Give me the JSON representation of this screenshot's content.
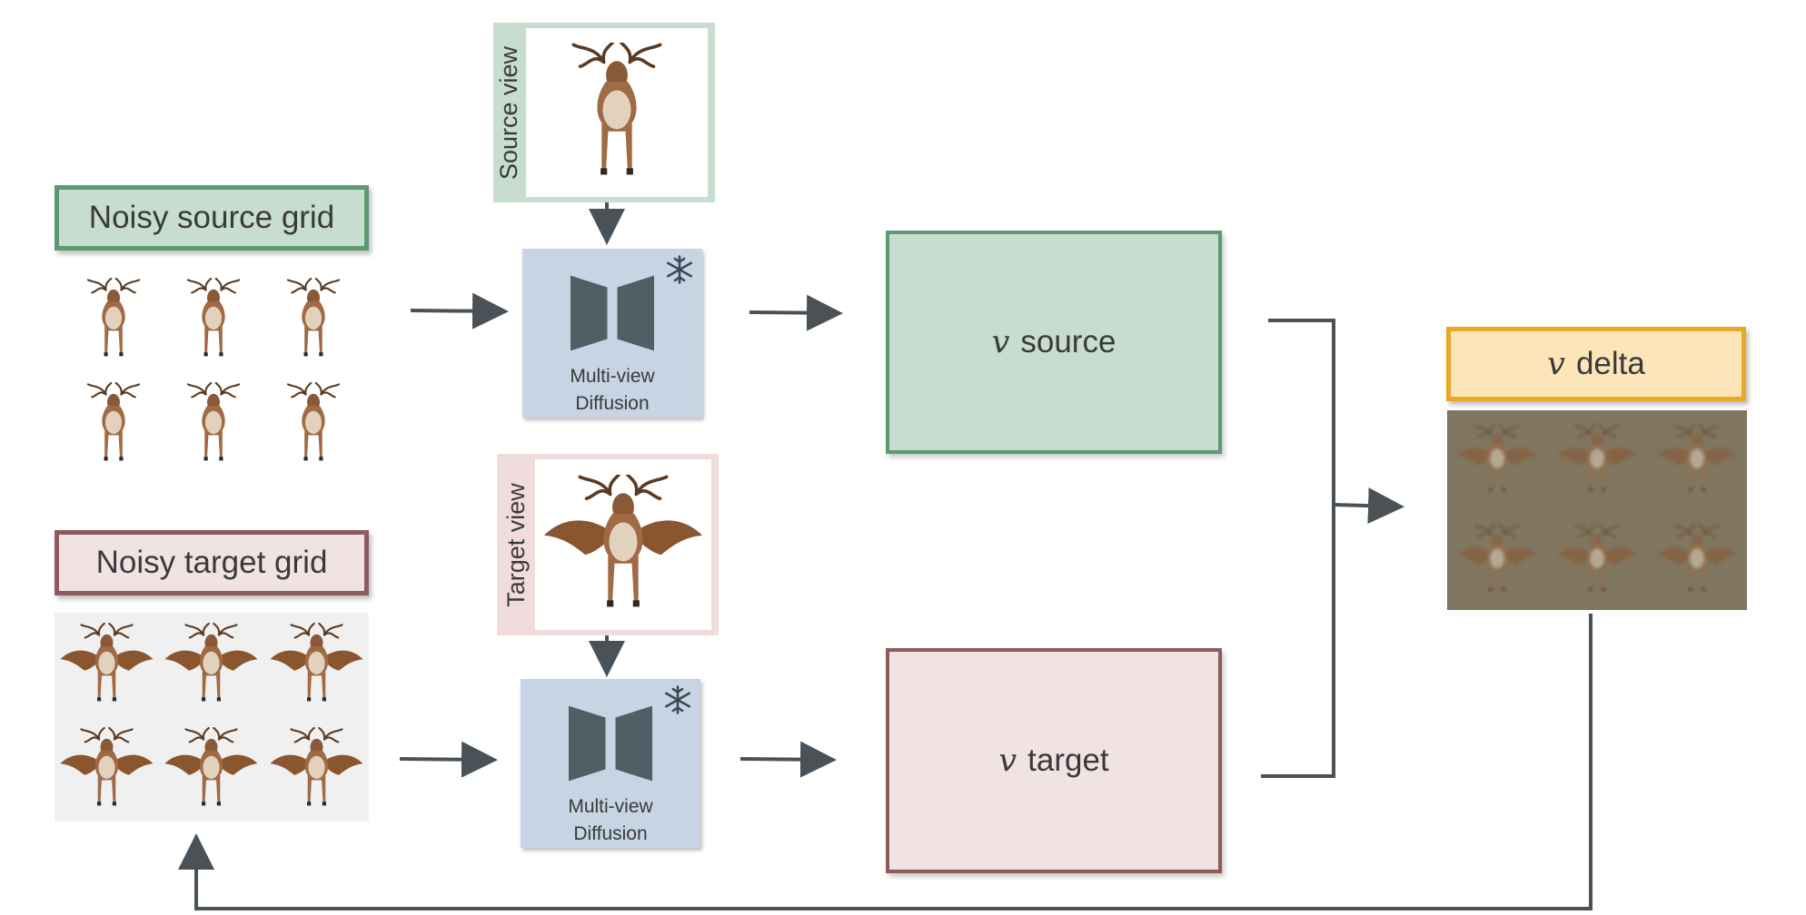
{
  "labels": {
    "noisy_source": "Noisy source grid",
    "noisy_target": "Noisy target grid",
    "source_view": "Source view",
    "target_view": "Target  view",
    "diffusion_top_line1": "Multi-view",
    "diffusion_top_line2": "Diffusion",
    "diffusion_bottom_line1": "Multi-view",
    "diffusion_bottom_line2": "Diffusion",
    "v_symbol": "v",
    "v_source": "source",
    "v_target": "target",
    "v_delta": "delta"
  },
  "icons": {
    "snowflake": "snowflake-icon",
    "deer": "deer-icon",
    "winged_deer": "winged-deer-icon"
  },
  "colors": {
    "green_fill": "#c6ddd0",
    "green_border": "#5d9a74",
    "red_fill": "#f1e3e4",
    "red_border": "#8c5b5e",
    "orange_fill": "#fbe5b9",
    "orange_border": "#e9a826",
    "diffusion_fill": "#c6d4e3",
    "arrow": "#4a5257",
    "unet": "#4f5f66",
    "noise_bg": "#80755f"
  }
}
